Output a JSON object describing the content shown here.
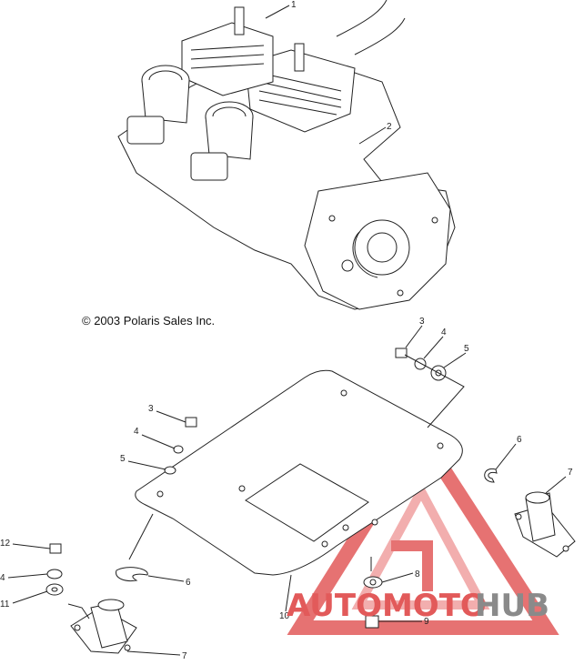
{
  "copyright": "© 2003 Polaris Sales Inc.",
  "watermark": {
    "text_red": "AUTOMOTO",
    "text_gray": "HUB",
    "color_red": "#e25a5a",
    "color_gray": "#8a8a8a"
  },
  "callouts": {
    "c1": "1",
    "c2": "2",
    "c3a": "3",
    "c4a": "4",
    "c5a": "5",
    "c3b": "3",
    "c4b": "4",
    "c5b": "5",
    "c6a": "6",
    "c7a": "7",
    "c12": "12",
    "c4c": "4",
    "c11": "11",
    "c6b": "6",
    "c7b": "7",
    "c10": "10",
    "c8": "8",
    "c9": "9"
  }
}
